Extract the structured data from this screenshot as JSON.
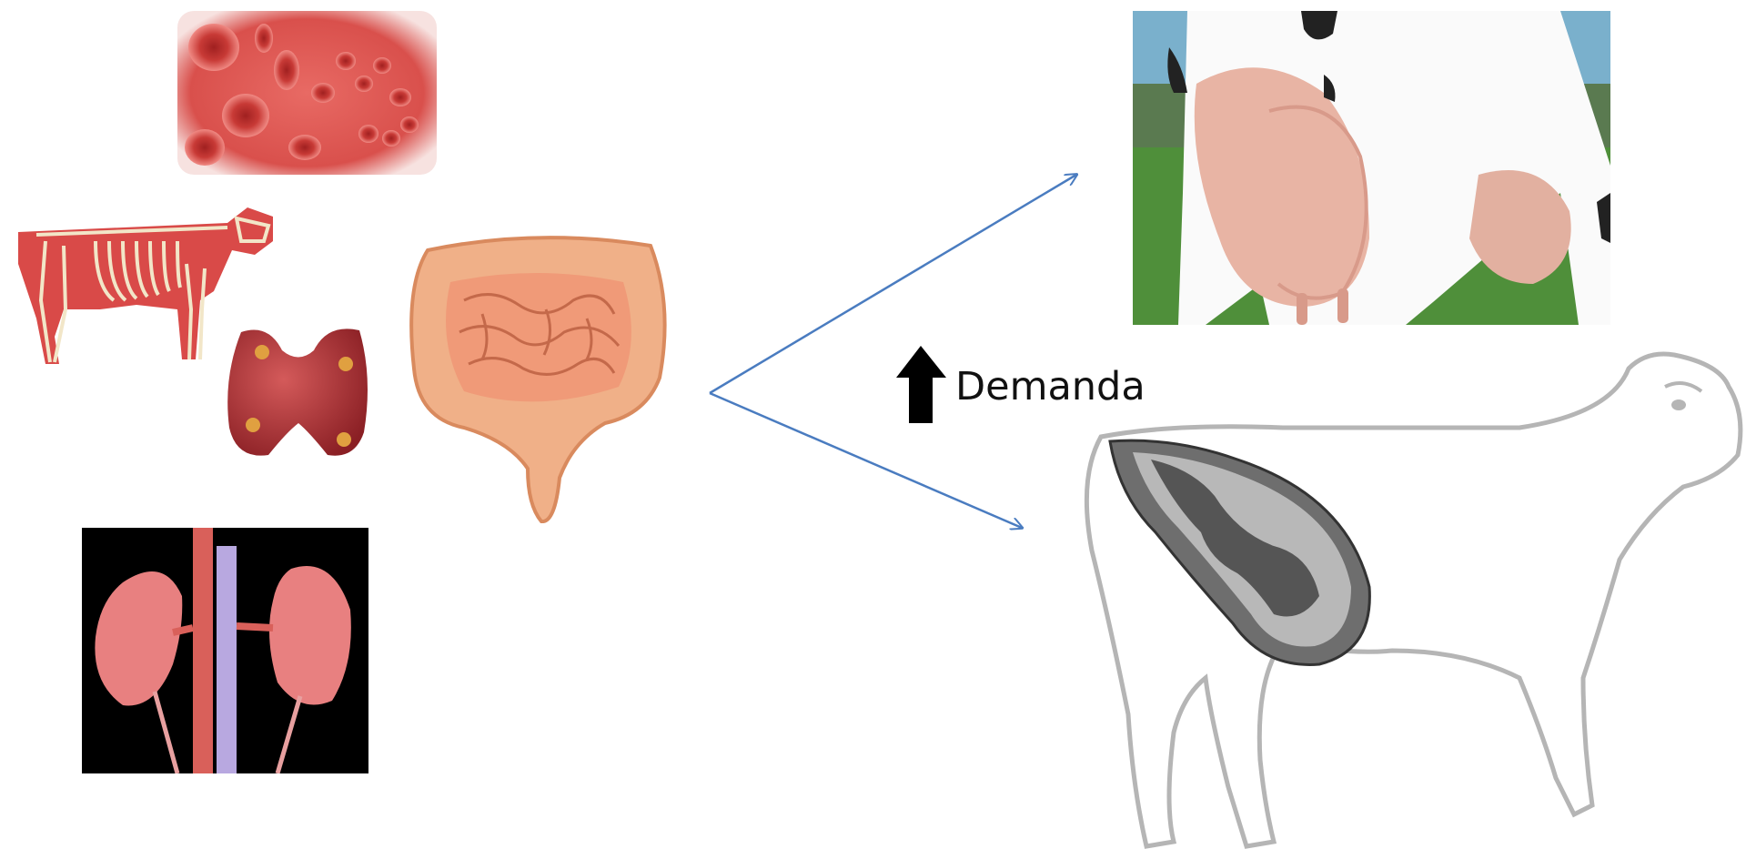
{
  "colors": {
    "arrow_line": "#4a7cc0",
    "tissue_red": "#d94a48",
    "gut_orange": "#f0a878",
    "kidney_pink": "#e88080",
    "cow_outline": "#b5b5b5",
    "uterus_gray": "#6e6e6e",
    "grass": "#4f8f3a"
  },
  "label": {
    "demand": "Demanda"
  },
  "images": {
    "blood_cells": "blood-cells-image",
    "cow_skeleton": "cow-skeleton-image",
    "thyroid": "thyroid-gland-image",
    "intestines": "intestines-image",
    "kidneys": "kidneys-image",
    "udder": "cow-udder-photo",
    "pregnant_cow": "pregnant-cow-diagram"
  },
  "icons": {
    "up_arrow": "up-arrow-icon"
  }
}
